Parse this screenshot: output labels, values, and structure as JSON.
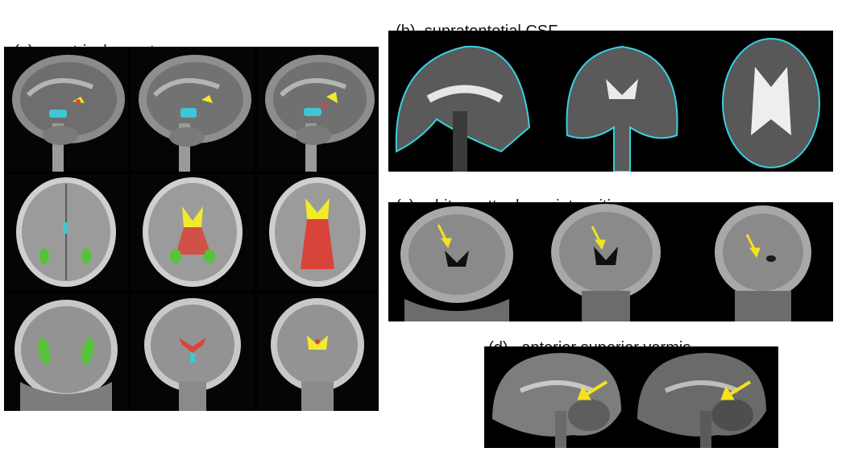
{
  "figure": {
    "panel_a": {
      "tag": "(a)",
      "title": "ventricular system"
    },
    "panel_b": {
      "tag": "(b)",
      "title": "supratentotial CSF"
    },
    "panel_c": {
      "tag": "(c)",
      "title": "white matter hyperintensities"
    },
    "panel_d": {
      "tag": "(d)",
      "title": "anterior superior vermis"
    }
  },
  "colors": {
    "background": "#000000",
    "segmentation_cyan": "#3ec6d6",
    "segmentation_yellow": "#f2ea2a",
    "segmentation_red": "#d9443a",
    "segmentation_green": "#58c23a",
    "arrow_yellow": "#f3e21e",
    "csf_outline_cyan": "#39d0e0"
  },
  "icons": [
    "brain-mri-slice",
    "annotation-arrow"
  ]
}
